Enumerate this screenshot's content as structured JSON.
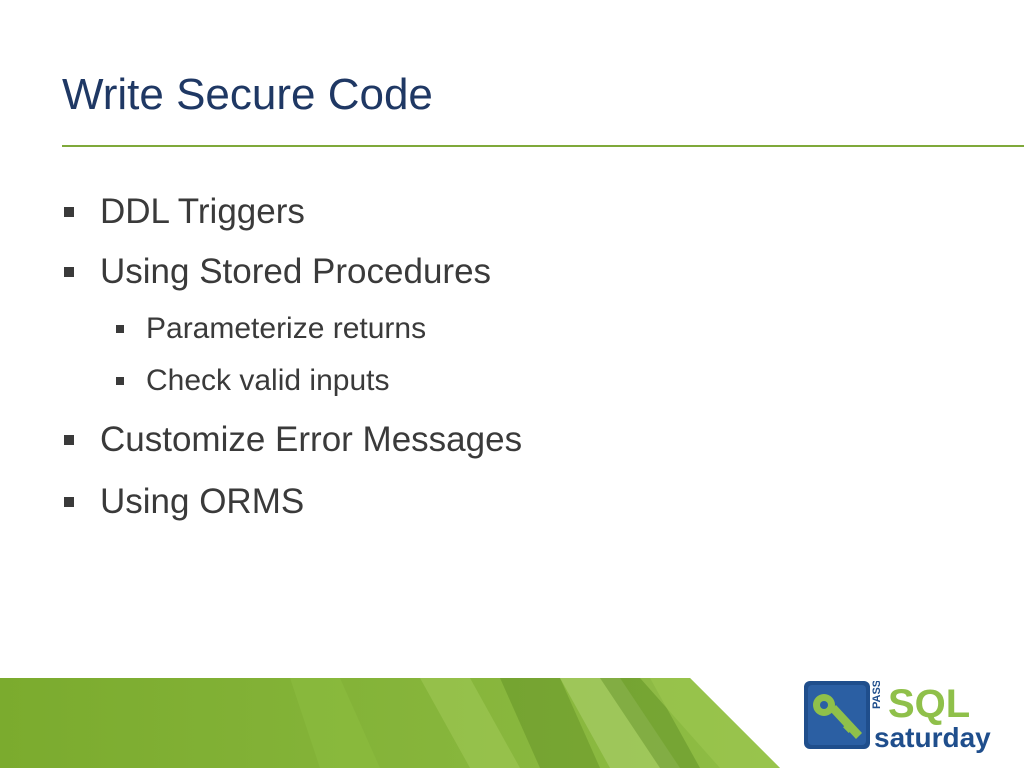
{
  "slide": {
    "title": "Write Secure Code",
    "bullets": [
      {
        "text": "DDL Triggers",
        "level": 1
      },
      {
        "text": "Using Stored Procedures",
        "level": 1
      },
      {
        "text": "Parameterize returns",
        "level": 2
      },
      {
        "text": "Check valid inputs",
        "level": 2
      },
      {
        "text": "Customize Error Messages",
        "level": 1
      },
      {
        "text": "Using ORMS",
        "level": 1
      }
    ]
  },
  "logo": {
    "pass": "PASS",
    "sql": "SQL",
    "saturday": "saturday",
    "icon": "key-icon"
  },
  "colors": {
    "title": "#1f3864",
    "accent_green": "#7fa93a",
    "text": "#3a3a3a",
    "logo_blue": "#1f4e8c"
  }
}
